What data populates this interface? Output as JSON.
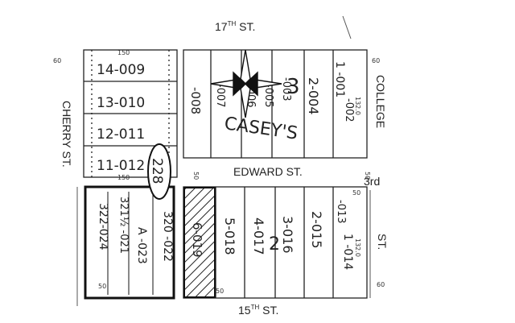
{
  "streets": {
    "north": "17",
    "north_suffix": "TH",
    "north_tail": " ST.",
    "south": "15",
    "south_suffix": "TH",
    "south_tail": " ST.",
    "middle": "EDWARD ST.",
    "west": "CHERRY ST.",
    "east_top": "COLLEGE",
    "east_bottom": "ST.",
    "east_fragment": "3rd"
  },
  "dimensions": {
    "nw_60": "60",
    "ne_60": "60",
    "se_60": "60",
    "w_150_top": "150",
    "w_150_bottom": "150",
    "edward_50_left": "50",
    "edward_50_right": "50",
    "lot_50": "50"
  },
  "lots_west_upper": [
    "14-009",
    "13-010",
    "12-011",
    "11-012"
  ],
  "lots_west_lower": [
    "322-024",
    "321½ -021",
    "320 -022",
    "A -023"
  ],
  "lots_east_upper": [
    "-008",
    "-007",
    "-006",
    "-005",
    "-003",
    "2-004",
    "1 -001",
    "-002"
  ],
  "lots_east_lower": [
    "6-019",
    "5-018",
    "4-017",
    "3-016",
    "2-015",
    "-013",
    "1 -014"
  ],
  "block_numbers": [
    "3",
    "2"
  ],
  "map_number": "228",
  "owner_label": "CASEY'S",
  "side_notes": [
    "132.0",
    "132.0",
    "50",
    "50"
  ]
}
